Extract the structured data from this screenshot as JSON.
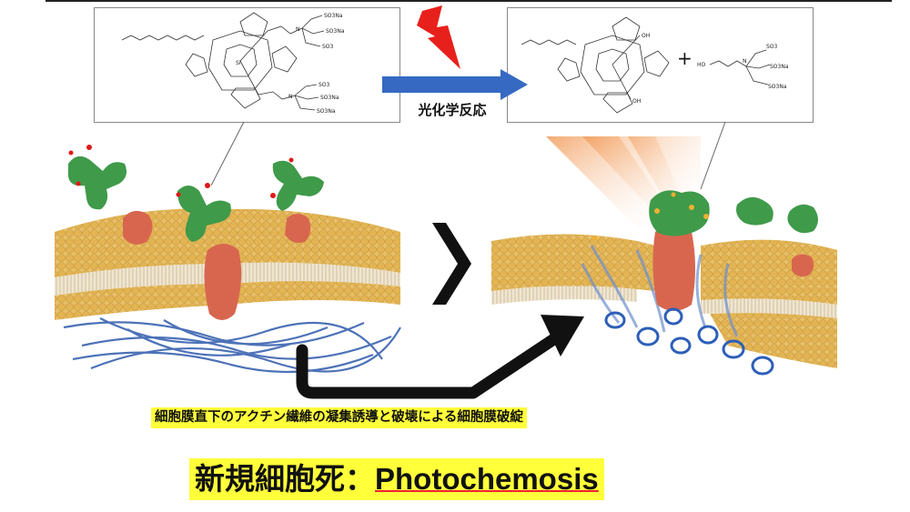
{
  "reaction_label": "光化学反応",
  "plus_sign": "+",
  "caption": "細胞膜直下のアクチン繊維の凝集誘導と破壊による細胞膜破綻",
  "title": {
    "prefix": "新規細胞死：",
    "latin": "Photochemosis"
  },
  "molecule_labels": {
    "so3na": "SO3Na",
    "so3": "SO3",
    "si": "Si",
    "n": "N",
    "oh": "OH",
    "ho": "HO"
  },
  "colors": {
    "lipid_head": "#e2b452",
    "lipid_tail": "#d8c7a3",
    "protein": "#d8664f",
    "antibody": "#3f9a4a",
    "actin": "#4d72b8",
    "arrow_blue": "#3569c2",
    "lightning": "#e8201c",
    "highlight": "#ffff3a",
    "light_beam": "#f4a04a"
  },
  "icons": {
    "lightning": "lightning-bolt-icon",
    "reaction_arrow": "right-arrow-icon",
    "process_arrow": "chevron-right-icon",
    "bend_arrow": "bent-arrow-icon"
  }
}
